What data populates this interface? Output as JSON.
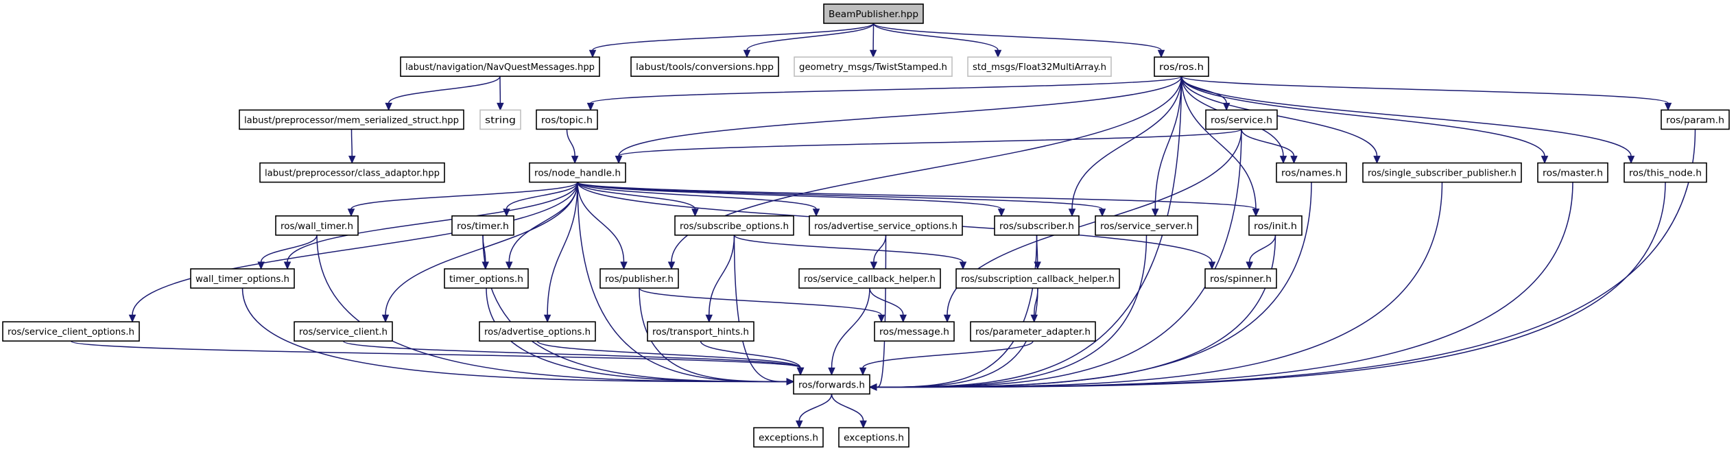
{
  "graph": {
    "kind": "include-dependency-graph",
    "colors": {
      "edge": "#191970",
      "root_fill": "#bfbfbf",
      "node_border": "#000000",
      "missing_border": "#bfbfbf"
    },
    "nodes": [
      {
        "id": "beam",
        "label": "BeamPublisher.hpp",
        "style": "root"
      },
      {
        "id": "navquest",
        "label": "labust/navigation/NavQuestMessages.hpp",
        "style": "normal"
      },
      {
        "id": "conversions",
        "label": "labust/tools/conversions.hpp",
        "style": "normal"
      },
      {
        "id": "twist",
        "label": "geometry_msgs/TwistStamped.h",
        "style": "missing"
      },
      {
        "id": "float32",
        "label": "std_msgs/Float32MultiArray.h",
        "style": "missing"
      },
      {
        "id": "ros",
        "label": "ros/ros.h",
        "style": "normal"
      },
      {
        "id": "mem",
        "label": "labust/preprocessor/mem_serialized_struct.hpp",
        "style": "normal"
      },
      {
        "id": "string",
        "label": "string",
        "style": "missing"
      },
      {
        "id": "topic",
        "label": "ros/topic.h",
        "style": "normal"
      },
      {
        "id": "service",
        "label": "ros/service.h",
        "style": "normal"
      },
      {
        "id": "param",
        "label": "ros/param.h",
        "style": "normal"
      },
      {
        "id": "class_adaptor",
        "label": "labust/preprocessor/class_adaptor.hpp",
        "style": "normal"
      },
      {
        "id": "node_handle",
        "label": "ros/node_handle.h",
        "style": "normal"
      },
      {
        "id": "names",
        "label": "ros/names.h",
        "style": "normal"
      },
      {
        "id": "single_sub",
        "label": "ros/single_subscriber_publisher.h",
        "style": "normal"
      },
      {
        "id": "master",
        "label": "ros/master.h",
        "style": "normal"
      },
      {
        "id": "this_node",
        "label": "ros/this_node.h",
        "style": "normal"
      },
      {
        "id": "wall_timer",
        "label": "ros/wall_timer.h",
        "style": "normal"
      },
      {
        "id": "timer",
        "label": "ros/timer.h",
        "style": "normal"
      },
      {
        "id": "subscribe_options",
        "label": "ros/subscribe_options.h",
        "style": "normal"
      },
      {
        "id": "adv_srv_opts",
        "label": "ros/advertise_service_options.h",
        "style": "normal"
      },
      {
        "id": "subscriber",
        "label": "ros/subscriber.h",
        "style": "normal"
      },
      {
        "id": "service_server",
        "label": "ros/service_server.h",
        "style": "normal"
      },
      {
        "id": "init",
        "label": "ros/init.h",
        "style": "normal"
      },
      {
        "id": "wall_timer_options",
        "label": "wall_timer_options.h",
        "style": "normal"
      },
      {
        "id": "timer_options",
        "label": "timer_options.h",
        "style": "normal"
      },
      {
        "id": "publisher",
        "label": "ros/publisher.h",
        "style": "normal"
      },
      {
        "id": "srv_cb_helper",
        "label": "ros/service_callback_helper.h",
        "style": "normal"
      },
      {
        "id": "sub_cb_helper",
        "label": "ros/subscription_callback_helper.h",
        "style": "normal"
      },
      {
        "id": "spinner",
        "label": "ros/spinner.h",
        "style": "normal"
      },
      {
        "id": "srv_client_opts",
        "label": "ros/service_client_options.h",
        "style": "normal"
      },
      {
        "id": "service_client",
        "label": "ros/service_client.h",
        "style": "normal"
      },
      {
        "id": "advertise_options",
        "label": "ros/advertise_options.h",
        "style": "normal"
      },
      {
        "id": "transport_hints",
        "label": "ros/transport_hints.h",
        "style": "normal"
      },
      {
        "id": "message",
        "label": "ros/message.h",
        "style": "normal"
      },
      {
        "id": "param_adapter",
        "label": "ros/parameter_adapter.h",
        "style": "normal"
      },
      {
        "id": "forwards",
        "label": "ros/forwards.h",
        "style": "normal"
      },
      {
        "id": "exc1",
        "label": "exceptions.h",
        "style": "normal"
      },
      {
        "id": "exc2",
        "label": "exceptions.h",
        "style": "normal"
      }
    ],
    "edges": [
      [
        "beam",
        "navquest"
      ],
      [
        "beam",
        "conversions"
      ],
      [
        "beam",
        "twist"
      ],
      [
        "beam",
        "float32"
      ],
      [
        "beam",
        "ros"
      ],
      [
        "navquest",
        "mem"
      ],
      [
        "navquest",
        "string"
      ],
      [
        "mem",
        "class_adaptor"
      ],
      [
        "ros",
        "topic"
      ],
      [
        "ros",
        "node_handle"
      ],
      [
        "ros",
        "publisher"
      ],
      [
        "ros",
        "subscriber"
      ],
      [
        "ros",
        "service_server"
      ],
      [
        "ros",
        "init"
      ],
      [
        "ros",
        "service"
      ],
      [
        "ros",
        "names"
      ],
      [
        "ros",
        "single_sub"
      ],
      [
        "ros",
        "master"
      ],
      [
        "ros",
        "this_node"
      ],
      [
        "ros",
        "param"
      ],
      [
        "ros",
        "forwards"
      ],
      [
        "topic",
        "node_handle"
      ],
      [
        "service",
        "node_handle"
      ],
      [
        "service",
        "names"
      ],
      [
        "service",
        "message"
      ],
      [
        "service",
        "forwards"
      ],
      [
        "node_handle",
        "wall_timer"
      ],
      [
        "node_handle",
        "timer"
      ],
      [
        "node_handle",
        "wall_timer_options"
      ],
      [
        "node_handle",
        "timer_options"
      ],
      [
        "node_handle",
        "srv_client_opts"
      ],
      [
        "node_handle",
        "service_client"
      ],
      [
        "node_handle",
        "advertise_options"
      ],
      [
        "node_handle",
        "publisher"
      ],
      [
        "node_handle",
        "subscribe_options"
      ],
      [
        "node_handle",
        "adv_srv_opts"
      ],
      [
        "node_handle",
        "subscriber"
      ],
      [
        "node_handle",
        "service_server"
      ],
      [
        "node_handle",
        "init"
      ],
      [
        "node_handle",
        "spinner"
      ],
      [
        "node_handle",
        "forwards"
      ],
      [
        "wall_timer",
        "wall_timer_options"
      ],
      [
        "wall_timer",
        "forwards"
      ],
      [
        "timer",
        "timer_options"
      ],
      [
        "timer",
        "forwards"
      ],
      [
        "wall_timer_options",
        "forwards"
      ],
      [
        "timer_options",
        "forwards"
      ],
      [
        "subscribe_options",
        "transport_hints"
      ],
      [
        "subscribe_options",
        "sub_cb_helper"
      ],
      [
        "subscribe_options",
        "forwards"
      ],
      [
        "adv_srv_opts",
        "srv_cb_helper"
      ],
      [
        "adv_srv_opts",
        "forwards"
      ],
      [
        "subscriber",
        "sub_cb_helper"
      ],
      [
        "subscriber",
        "forwards"
      ],
      [
        "service_server",
        "forwards"
      ],
      [
        "init",
        "spinner"
      ],
      [
        "init",
        "forwards"
      ],
      [
        "publisher",
        "message"
      ],
      [
        "publisher",
        "forwards"
      ],
      [
        "srv_cb_helper",
        "message"
      ],
      [
        "srv_cb_helper",
        "forwards"
      ],
      [
        "sub_cb_helper",
        "param_adapter"
      ],
      [
        "sub_cb_helper",
        "forwards"
      ],
      [
        "param_adapter",
        "forwards"
      ],
      [
        "srv_client_opts",
        "forwards"
      ],
      [
        "service_client",
        "forwards"
      ],
      [
        "advertise_options",
        "forwards"
      ],
      [
        "transport_hints",
        "forwards"
      ],
      [
        "names",
        "forwards"
      ],
      [
        "single_sub",
        "forwards"
      ],
      [
        "master",
        "forwards"
      ],
      [
        "this_node",
        "forwards"
      ],
      [
        "param",
        "forwards"
      ],
      [
        "forwards",
        "exc1"
      ],
      [
        "forwards",
        "exc2"
      ]
    ]
  }
}
